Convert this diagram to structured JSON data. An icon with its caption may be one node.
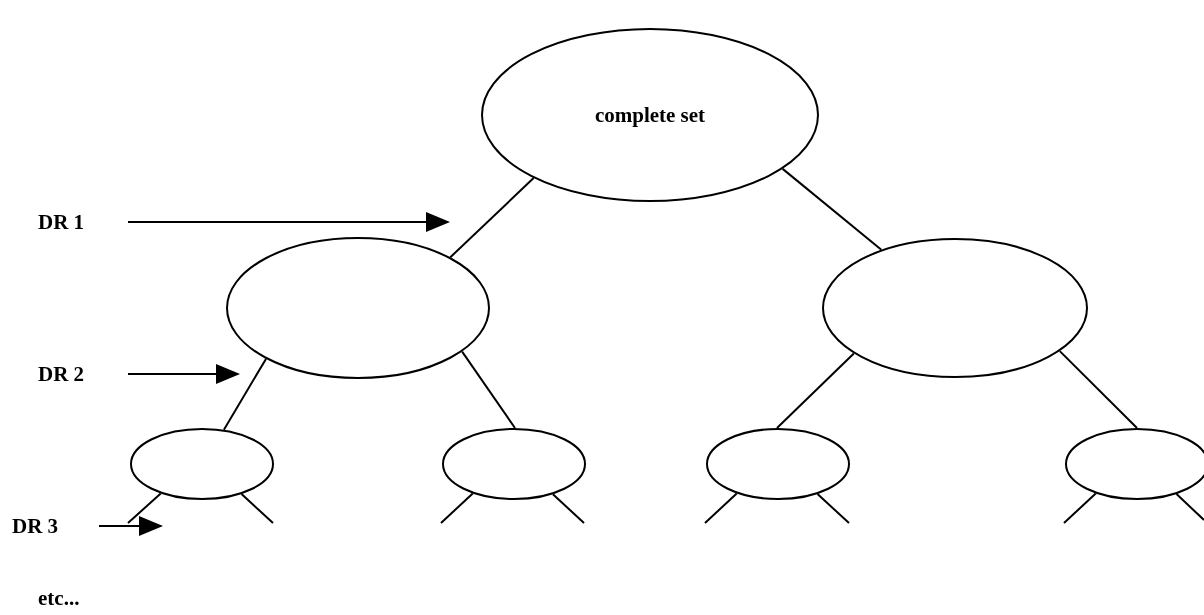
{
  "diagram": {
    "nodes": [
      {
        "text": [
          "complete set"
        ]
      },
      {
        "text": [],
        "shape": "ellipse"
      },
      {
        "text": [],
        "shape": "ellipse"
      },
      {
        "text": [],
        "shape": "ellipse"
      },
      {
        "text": [],
        "shape": "ellipse"
      },
      {
        "text": [],
        "shape": "ellipse"
      },
      {
        "text": [],
        "shape": "ellipse"
      }
    ],
    "edges": [
      {
        "from": 0,
        "to": 1,
        "arrow": "none"
      },
      {
        "from": 0,
        "to": 2,
        "arrow": "none"
      },
      {
        "from": 1,
        "to": 3,
        "arrow": "none"
      },
      {
        "from": 1,
        "to": 4,
        "arrow": "none"
      },
      {
        "from": 2,
        "to": 5,
        "arrow": "none"
      },
      {
        "from": 2,
        "to": 6,
        "arrow": "none"
      },
      {
        "from": 3,
        "to": null,
        "arrow": "none"
      },
      {
        "from": 3,
        "to": null,
        "arrow": "none"
      },
      {
        "from": 4,
        "to": null,
        "arrow": "none"
      },
      {
        "from": 4,
        "to": null,
        "arrow": "none"
      },
      {
        "from": 5,
        "to": null,
        "arrow": "none"
      },
      {
        "from": 5,
        "to": null,
        "arrow": "none"
      },
      {
        "from": 6,
        "to": null,
        "arrow": "none"
      },
      {
        "from": 6,
        "to": null,
        "arrow": "none"
      }
    ],
    "labels": [
      "DR 1",
      "DR 2",
      "DR 3",
      "etc..."
    ]
  }
}
